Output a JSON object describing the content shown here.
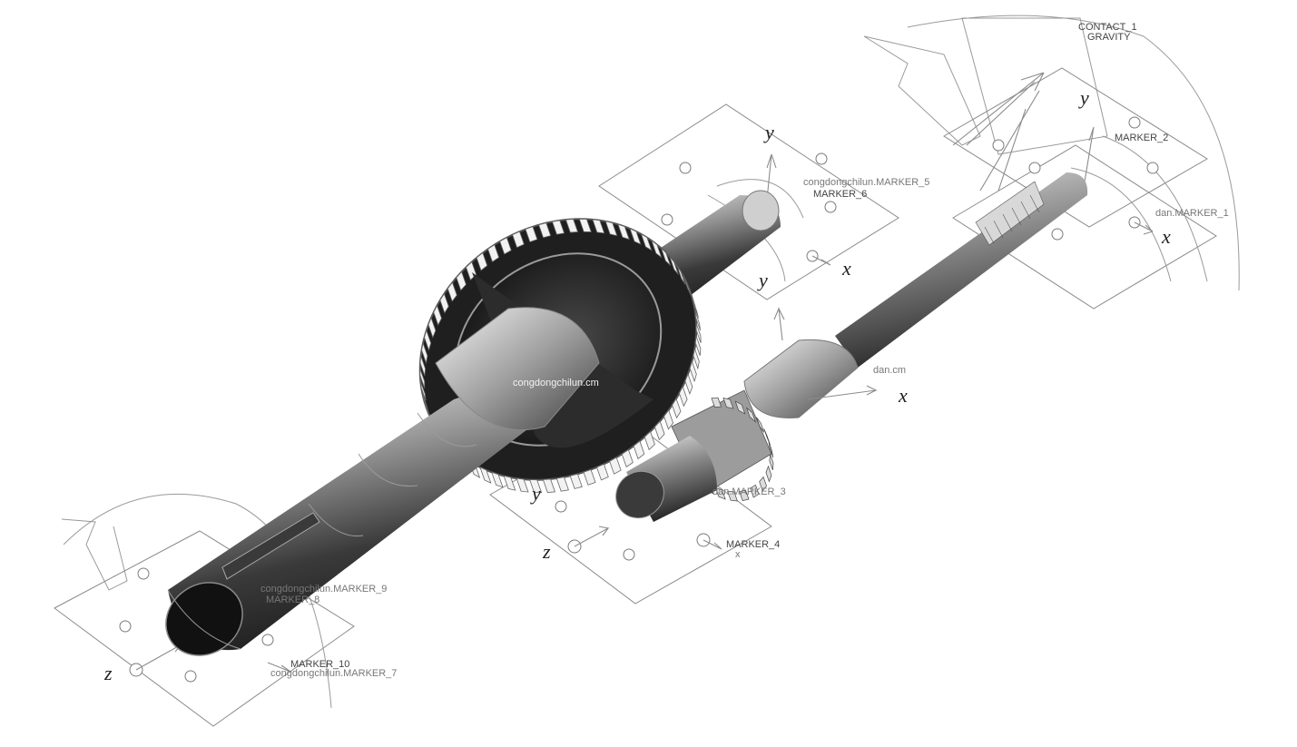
{
  "labels": {
    "contact": "CONTACT_1",
    "gravity": "GRAVITY",
    "marker_2": "MARKER_2",
    "dan_marker_1": "dan.MARKER_1",
    "marker_5": "congdongchilun.MARKER_5",
    "marker_6": "MARKER_6",
    "dan_cm": "dan.cm",
    "congdongchilun_cm": "congdongchilun.cm",
    "dan_marker_3": "dan.MARKER_3",
    "marker_4": "MARKER_4",
    "marker_4_x": "x",
    "marker_9": "congdongchilun.MARKER_9",
    "marker_8": "MARKER_8",
    "marker_10": "MARKER_10",
    "marker_7": "congdongchilun.MARKER_7"
  },
  "axes": {
    "y": "y",
    "x": "x",
    "z": "z"
  },
  "colors": {
    "background": "#ffffff",
    "wireframe": "#8a8a8a",
    "shaft_dark": "#2a2a2a",
    "shaft_light": "#e6e6e6"
  }
}
